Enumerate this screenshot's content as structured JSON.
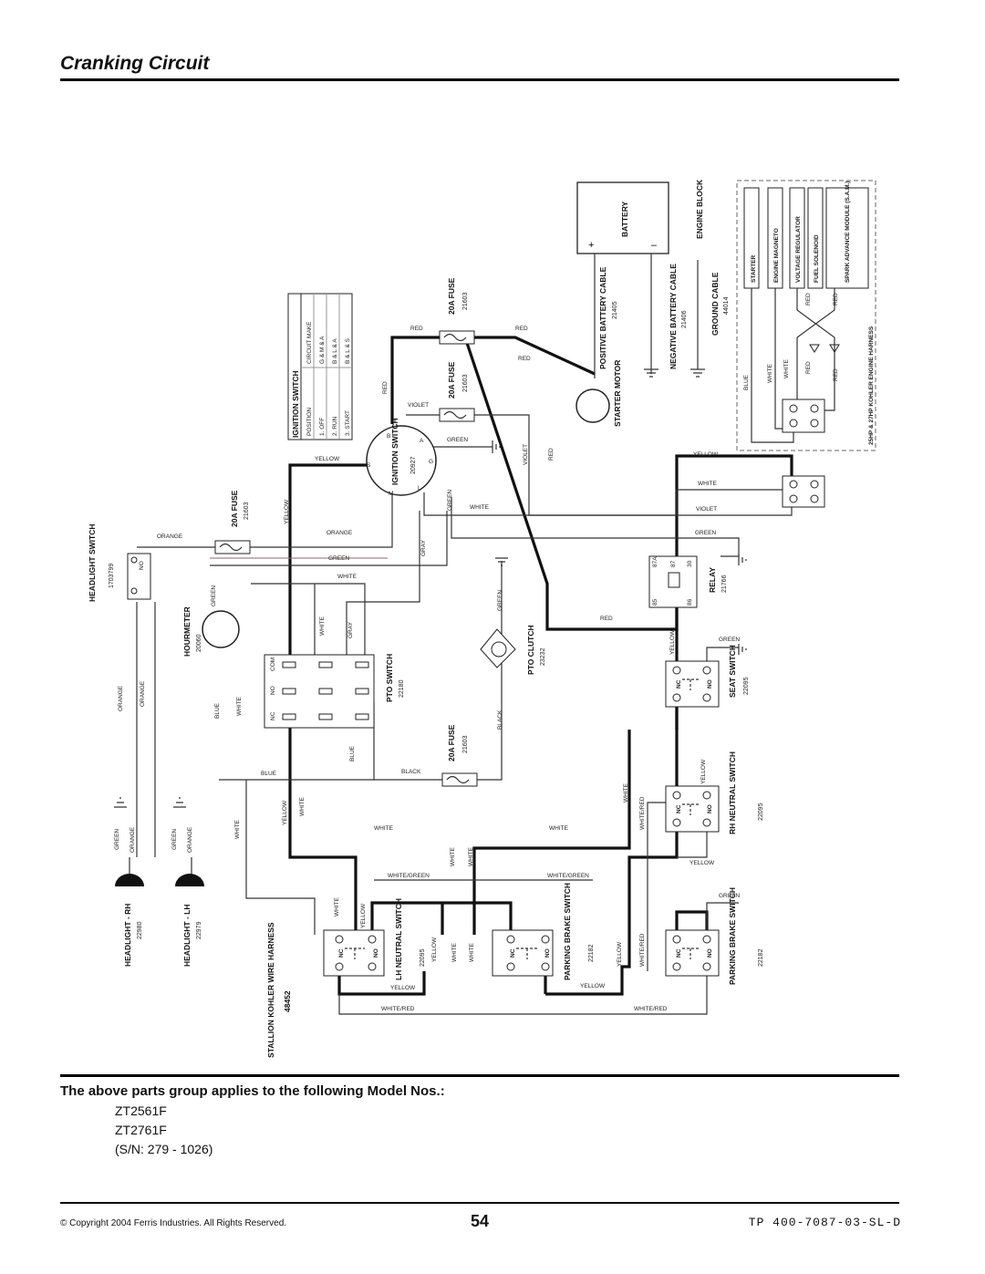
{
  "title": "Cranking Circuit",
  "diagram": {
    "ignition_table": {
      "heading": "IGNITION SWITCH",
      "header": [
        "POSITION",
        "CIRCUIT MAKE"
      ],
      "rows": [
        [
          "1. OFF",
          "G & M & A"
        ],
        [
          "2. RUN",
          "B & L & A"
        ],
        [
          "3. START",
          "B & L & S"
        ]
      ]
    },
    "components": {
      "battery": "BATTERY",
      "battery_plus": "+",
      "battery_minus": "–",
      "engine_block": "ENGINE BLOCK",
      "pos_cable": "POSITIVE BATTERY CABLE",
      "pos_cable_num": "21405",
      "neg_cable": "NEGATIVE BATTERY CABLE",
      "neg_cable_num": "21406",
      "ground_cable": "GROUND CABLE",
      "ground_cable_num": "44014",
      "starter_motor": "STARTER MOTOR",
      "fuse": "20A FUSE",
      "fuse_num": "21603",
      "ignition_switch": "IGNITION SWITCH",
      "ignition_switch_num": "20927",
      "relay": "RELAY",
      "relay_num": "21766",
      "pto_clutch": "PTO CLUTCH",
      "pto_clutch_num": "23232",
      "pto_switch": "PTO SWITCH",
      "pto_switch_num": "22180",
      "hourmeter": "HOURMETER",
      "hourmeter_num": "20060",
      "headlight_switch": "HEADLIGHT SWITCH",
      "headlight_switch_num": "1703799",
      "headlight_rh": "HEADLIGHT - RH",
      "headlight_rh_num": "22980",
      "headlight_lh": "HEADLIGHT - LH",
      "headlight_lh_num": "22979",
      "seat_switch": "SEAT SWITCH",
      "seat_switch_num": "22095",
      "rh_neutral": "RH NEUTRAL SWITCH",
      "rh_neutral_num": "22095",
      "lh_neutral": "LH NEUTRAL SWITCH",
      "lh_neutral_num": "22095",
      "parking_brake": "PARKING BRAKE SWITCH",
      "parking_brake_num": "22182",
      "harness": "STALLION KOHLER WIRE HARNESS",
      "harness_num": "48452",
      "engine_harness": "25HP & 27HP KOHLER ENGINE HARNESS",
      "starter": "STARTER",
      "engine_magneto": "ENGINE MAGNETO",
      "voltage_regulator": "VOLTAGE REGULATOR",
      "fuel_solenoid": "FUEL SOLENOID",
      "sam": "SPARK ADVANCE MODULE (S.A.M.)"
    },
    "wire_colors": {
      "red": "RED",
      "yellow": "YELLOW",
      "violet": "VIOLET",
      "green": "GREEN",
      "white": "WHITE",
      "orange": "ORANGE",
      "gray": "GRAY",
      "blue": "BLUE",
      "black": "BLACK",
      "white_green": "WHITE/GREEN",
      "white_red": "WHITE/RED"
    },
    "terminals": {
      "nc": "NC",
      "no": "NO",
      "com": "COM",
      "s": "S",
      "b": "B",
      "a": "A",
      "g": "G",
      "m": "M",
      "l": "L",
      "t87a": "87A",
      "t87": "87",
      "t30": "30",
      "t85": "85",
      "t86": "86"
    }
  },
  "models_heading": "The above parts group applies to the following Model Nos.:",
  "models": [
    "ZT2561F",
    "ZT2761F",
    "(S/N: 279 - 1026)"
  ],
  "footer": {
    "copyright": "© Copyright 2004 Ferris Industries. All Rights Reserved.",
    "page": "54",
    "doc": "TP 400-7087-03-SL-D"
  }
}
